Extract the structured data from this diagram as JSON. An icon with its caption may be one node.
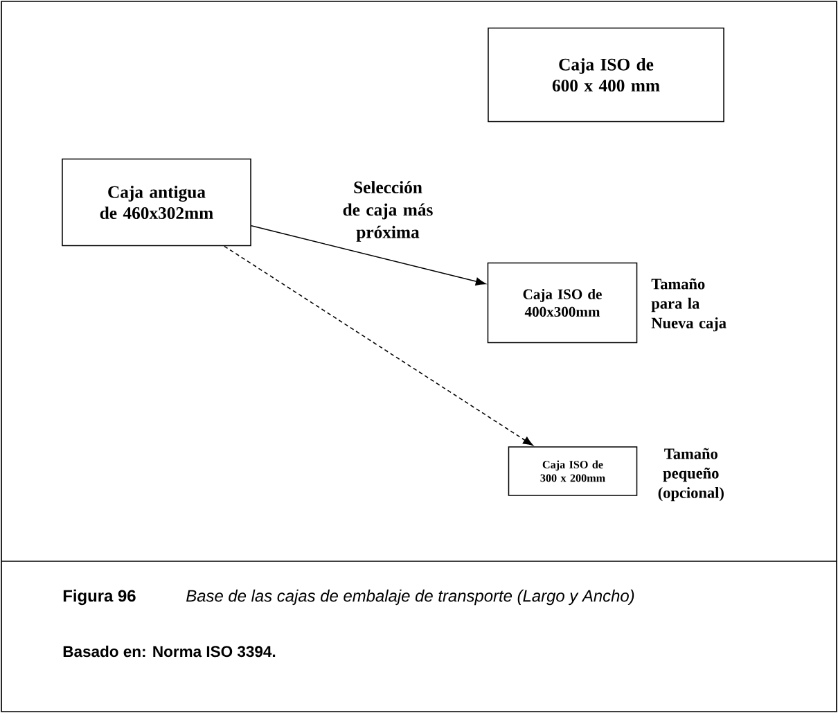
{
  "diagram": {
    "nodes": [
      {
        "text": [
          "Caja ISO de 600 x 400 mm"
        ]
      },
      {
        "text": [
          "Caja antigua de 460x302mm"
        ]
      },
      {
        "text": [
          "Caja ISO de 400x300mm"
        ],
        "beside": [
          "Tamaño para la Nueva caja"
        ]
      },
      {
        "text": [
          "Caja ISO de 300 x 200mm"
        ],
        "beside": [
          "Tamaño pequeño (opcional)"
        ]
      }
    ],
    "edges": [
      {
        "from": 1,
        "to": 2,
        "arrow": "to",
        "label": "Selección de caja más próxima"
      },
      {
        "from": 1,
        "to": 3,
        "arrow": "to",
        "style": "dashed"
      }
    ],
    "labels": [
      "Figura 96",
      "Base de las cajas de embalaje de transporte (Largo y Ancho)",
      "Basado en: Norma ISO 3394."
    ]
  }
}
